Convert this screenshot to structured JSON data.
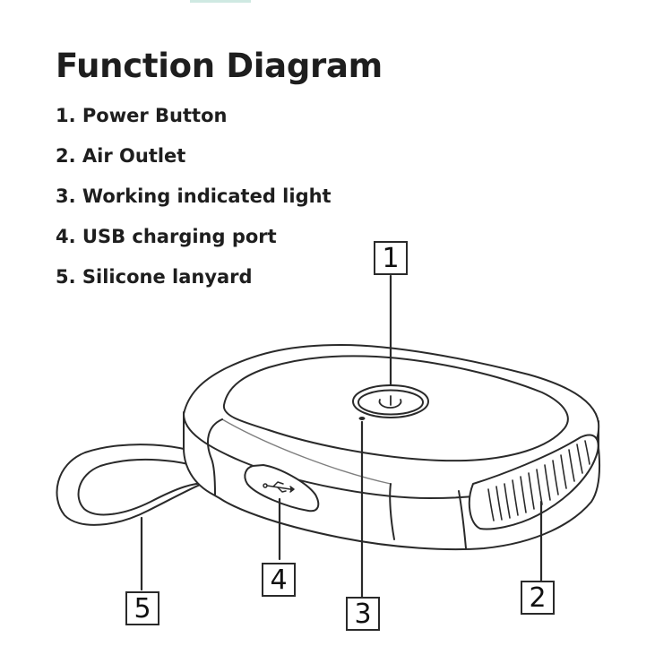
{
  "title": "Function Diagram",
  "items": [
    "1. Power Button",
    "2. Air Outlet",
    "3. Working indicated light",
    "4. USB charging port",
    "5. Silicone lanyard"
  ],
  "callouts": {
    "power": "1",
    "outlet": "2",
    "light": "3",
    "usb": "4",
    "lanyard": "5"
  },
  "icons": {
    "power": "power-icon",
    "usb": "usb-icon"
  },
  "colors": {
    "line": "#2a2a2a",
    "accent": "#cfe9e2"
  }
}
